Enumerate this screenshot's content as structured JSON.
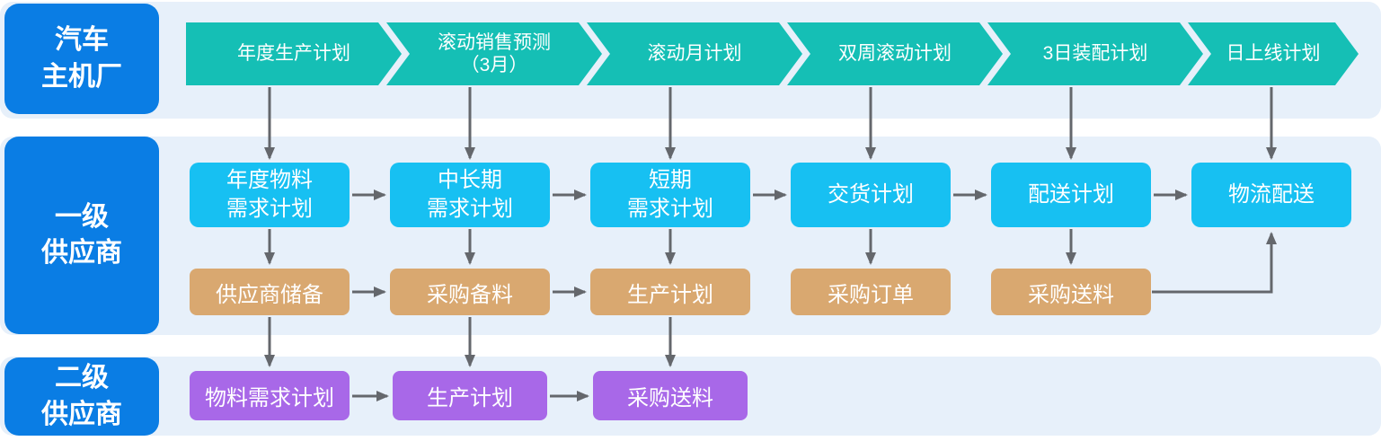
{
  "colors": {
    "lane_label_blue": "#0a7de4",
    "chevron_teal": "#15bfb5",
    "plan_box_cyan": "#17c0f2",
    "exec_box_tan": "#d9a870",
    "tier2_box_purple": "#a868e8",
    "lane_band": "#e7f0fa",
    "arrow_gray": "#64676c",
    "text": "#ffffff"
  },
  "lanes": [
    {
      "id": "oem",
      "line1": "汽车",
      "line2": "主机厂"
    },
    {
      "id": "tier1",
      "line1": "一级",
      "line2": "供应商"
    },
    {
      "id": "tier2",
      "line1": "二级",
      "line2": "供应商"
    }
  ],
  "chevrons": [
    {
      "label": "年度生产计划"
    },
    {
      "line1": "滚动销售预测",
      "line2": "（3月）"
    },
    {
      "label": "滚动月计划"
    },
    {
      "label": "双周滚动计划"
    },
    {
      "label": "3日装配计划"
    },
    {
      "label": "日上线计划"
    }
  ],
  "tier1_plan": [
    {
      "line1": "年度物料",
      "line2": "需求计划"
    },
    {
      "line1": "中长期",
      "line2": "需求计划"
    },
    {
      "line1": "短期",
      "line2": "需求计划"
    },
    {
      "label": "交货计划"
    },
    {
      "label": "配送计划"
    },
    {
      "label": "物流配送"
    }
  ],
  "tier1_exec": [
    "供应商储备",
    "采购备料",
    "生产计划",
    "采购订单",
    "采购送料"
  ],
  "tier2_boxes": [
    "物料需求计划",
    "生产计划",
    "采购送料"
  ]
}
